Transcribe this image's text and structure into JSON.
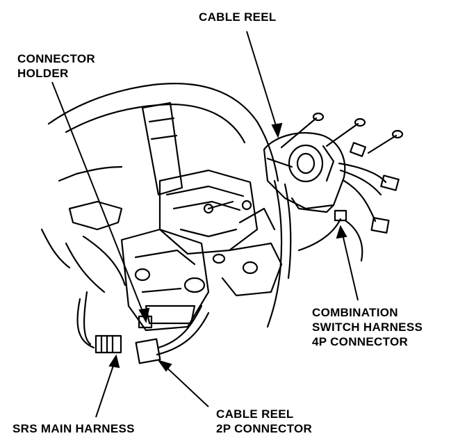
{
  "labels": {
    "cable_reel": "CABLE REEL",
    "connector_holder": [
      "CONNECTOR",
      "HOLDER"
    ],
    "combination_switch": [
      "COMBINATION",
      "SWITCH HARNESS",
      "4P CONNECTOR"
    ],
    "srs_main_harness": "SRS MAIN HARNESS",
    "cable_reel_2p": [
      "CABLE REEL",
      "2P CONNECTOR"
    ]
  },
  "colors": {
    "ink": "#000000",
    "paper": "#ffffff"
  }
}
